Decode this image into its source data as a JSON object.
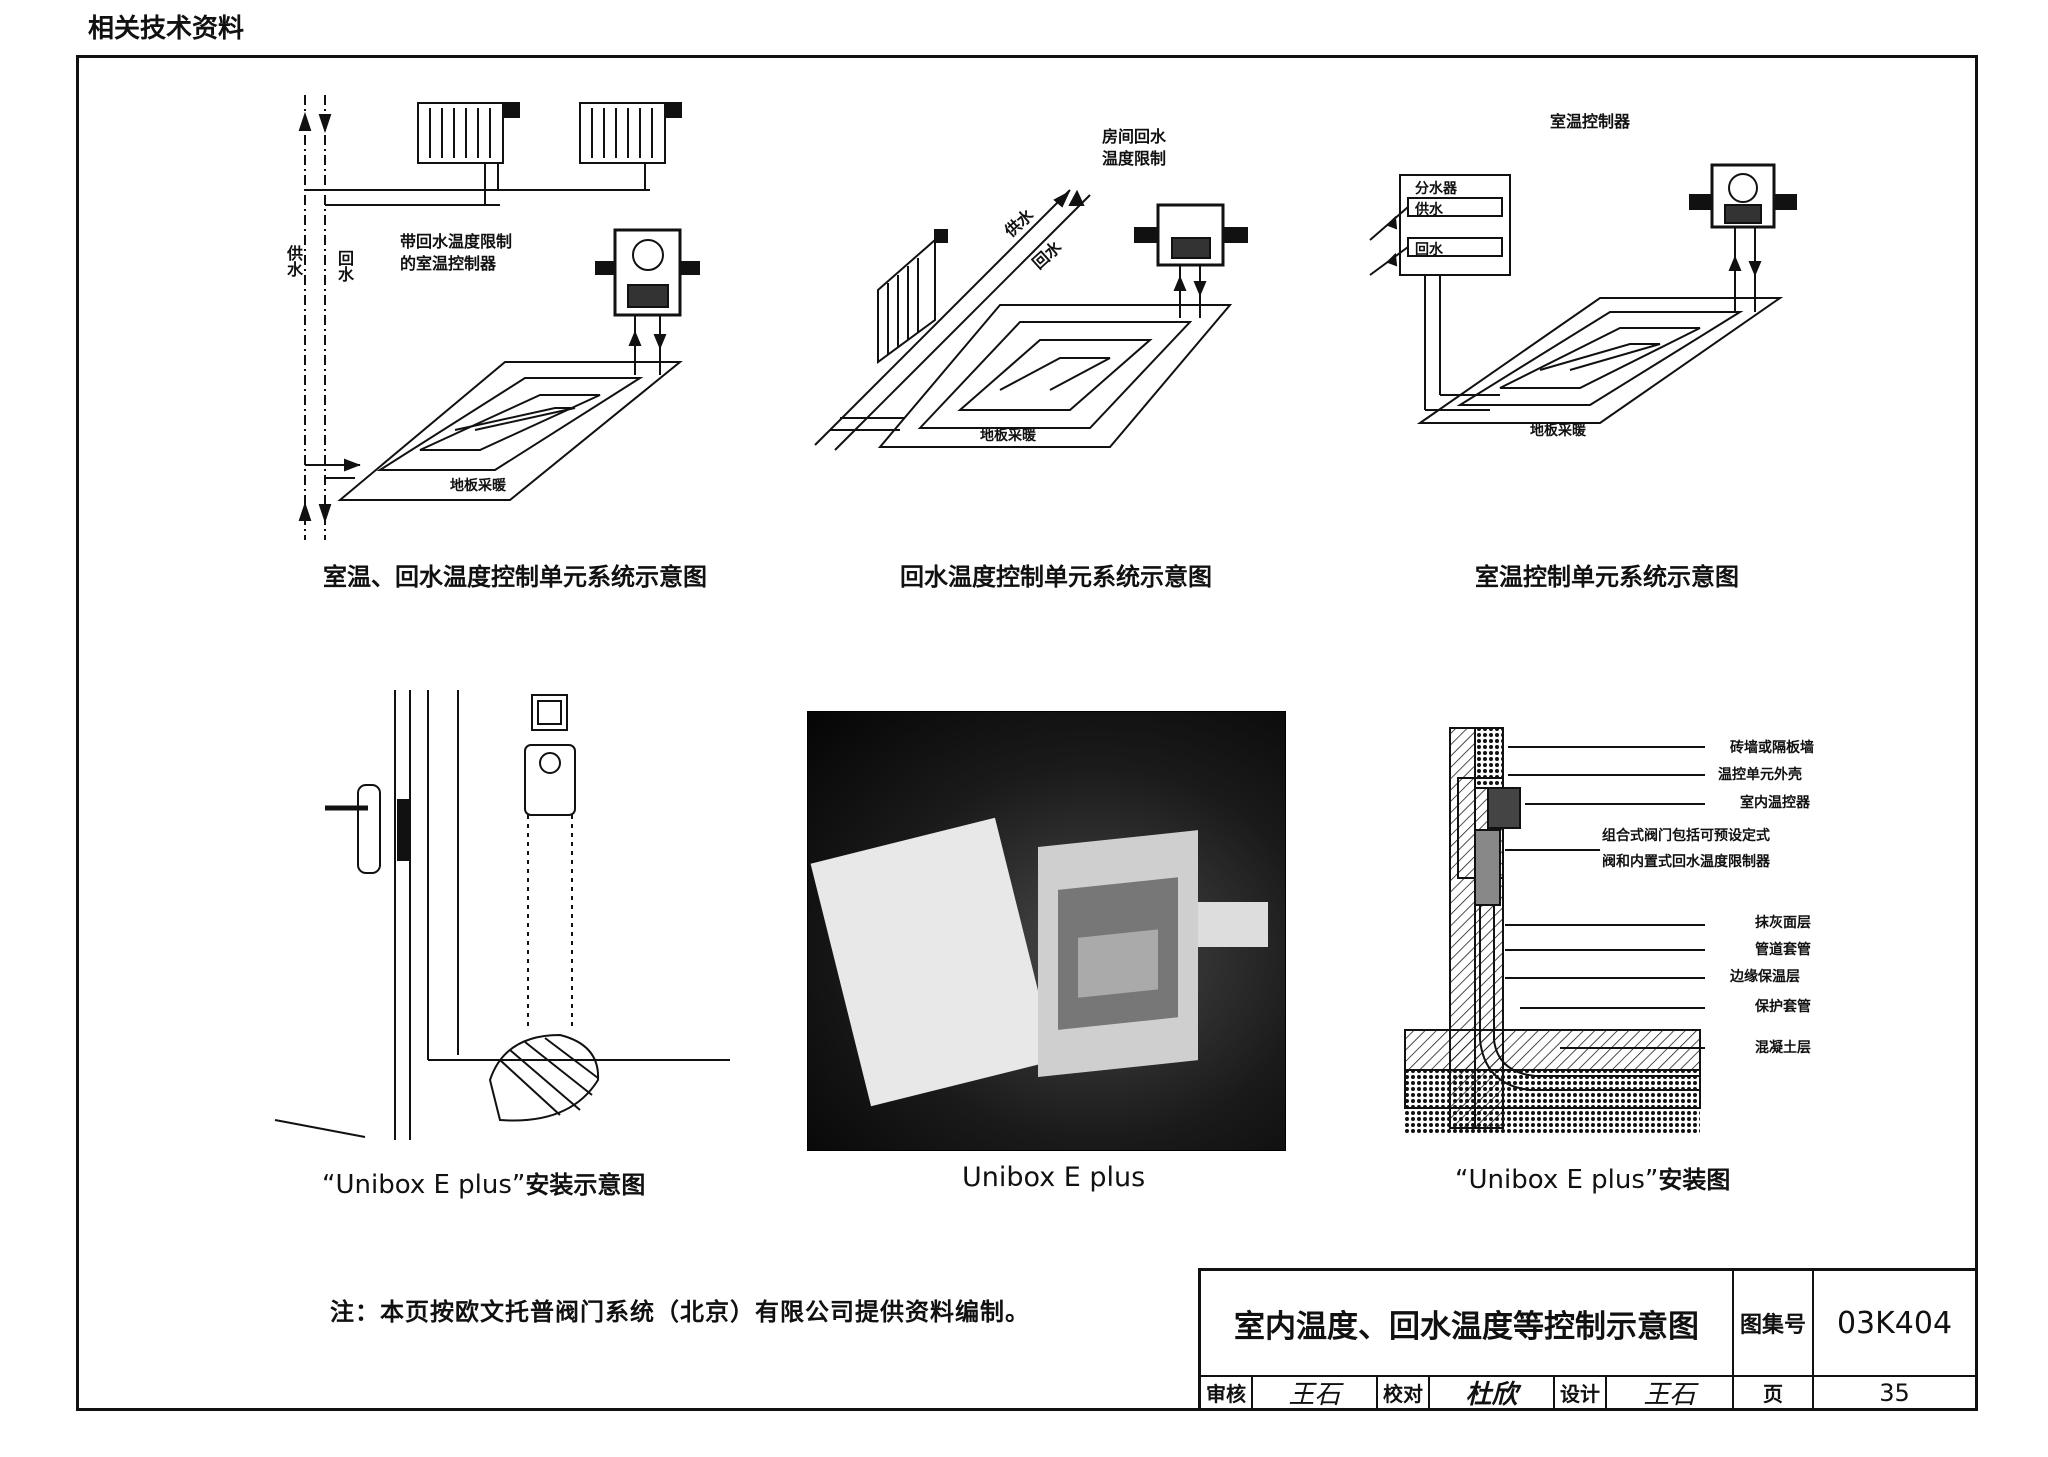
{
  "header": {
    "title": "相关技术资料"
  },
  "diagram1": {
    "caption": "室温、回水温度控制单元系统示意图",
    "supply_label": "供水",
    "return_label": "回水",
    "controller_label_line1": "带回水温度限制",
    "controller_label_line2": "的室温控制器",
    "floor_label": "地板采暖"
  },
  "diagram2": {
    "caption": "回水温度控制单元系统示意图",
    "limiter_label_line1": "房间回水",
    "limiter_label_line2": "温度限制",
    "supply_label": "供水",
    "return_label": "回水",
    "floor_label": "地板采暖"
  },
  "diagram3": {
    "caption": "室温控制单元系统示意图",
    "controller_label": "室温控制器",
    "manifold_label": "分水器",
    "supply_label": "供水",
    "return_label": "回水",
    "floor_label": "地板采暖"
  },
  "diagram4": {
    "caption_prefix": "“Unibox E plus”",
    "caption_suffix": "安装示意图"
  },
  "photo": {
    "caption": "Unibox E plus"
  },
  "diagram6": {
    "caption_prefix": "“Unibox E plus”",
    "caption_suffix": "安装图",
    "labels": [
      "砖墙或隔板墙",
      "温控单元外壳",
      "室内温控器",
      "组合式阀门包括可预设定式",
      "阀和内置式回水温度限制器",
      "抹灰面层",
      "管道套管",
      "边缘保温层",
      "保护套管",
      "混凝土层"
    ]
  },
  "note": {
    "text": "注：本页按欧文托普阀门系统（北京）有限公司提供资料编制。"
  },
  "title_block": {
    "drawing_title": "室内温度、回水温度等控制示意图",
    "atlas_no_label": "图集号",
    "atlas_no": "03K404",
    "review_label": "审核",
    "review_sign": "王石",
    "check_label": "校对",
    "check_sign": "杜欣",
    "design_label": "设计",
    "design_sign": "王石",
    "page_label": "页",
    "page_no": "35"
  }
}
